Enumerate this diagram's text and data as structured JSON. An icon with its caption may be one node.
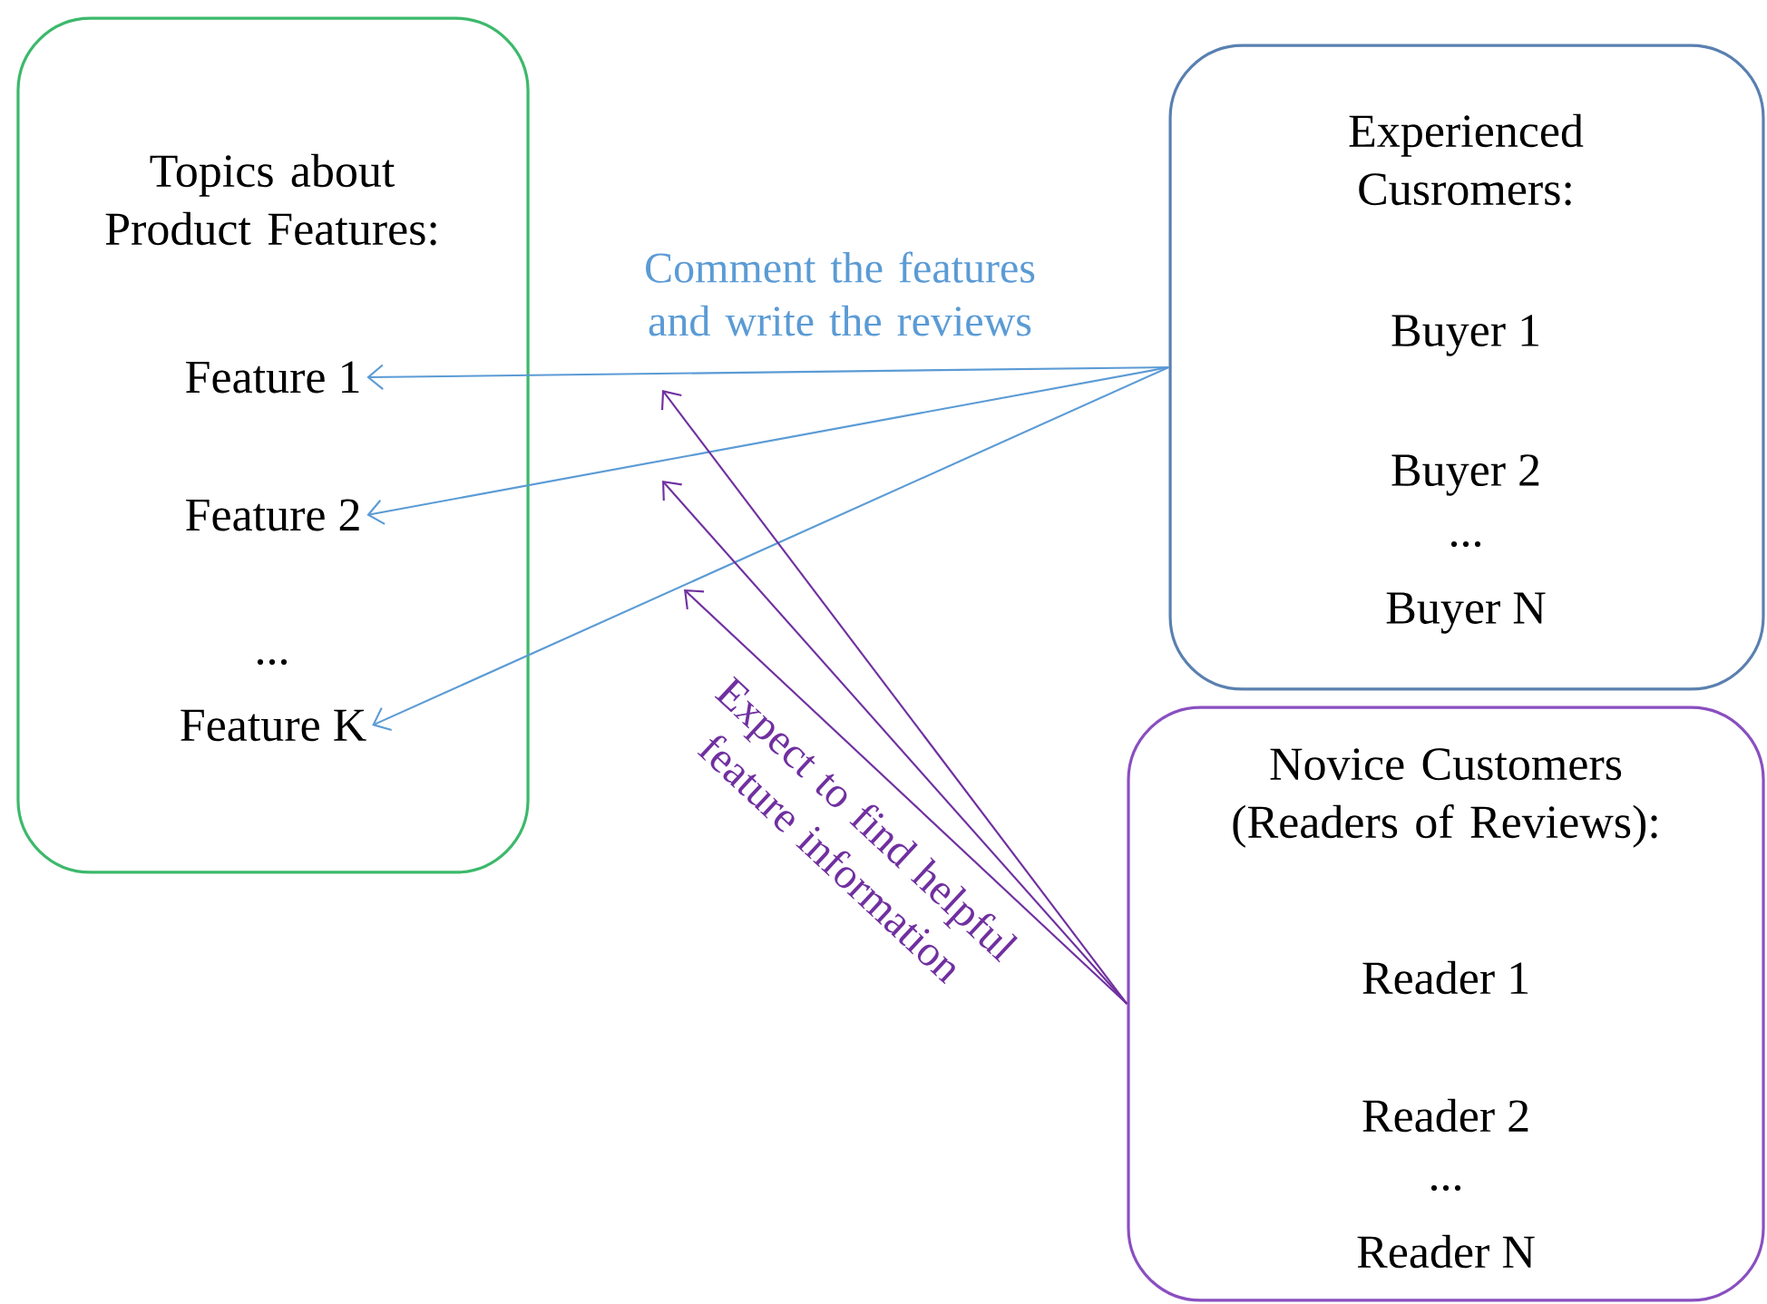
{
  "diagram": {
    "nodes": [
      {
        "text": [
          "Topics about Product Features:"
        ]
      },
      {
        "text": [
          "Feature 1"
        ],
        "in": 0
      },
      {
        "text": [
          "Feature 2"
        ],
        "in": 0
      },
      {
        "text": [
          "Feature K"
        ],
        "in": 0
      },
      {
        "text": [
          "Experienced Cusromers:",
          "Buyer 1",
          "Buyer 2",
          "...",
          "Buyer N"
        ]
      },
      {
        "text": [
          "Novice Customers (Readers of Reviews):",
          "Reader 1",
          "Reader 2",
          "...",
          "Reader N"
        ]
      }
    ],
    "edges": [
      {
        "from": 4,
        "to": 1,
        "arrow": "to",
        "color": "#5b9bd5",
        "label": "Comment the features and write the reviews"
      },
      {
        "from": 4,
        "to": 2,
        "arrow": "to",
        "color": "#5b9bd5"
      },
      {
        "from": 4,
        "to": 3,
        "arrow": "to",
        "color": "#5b9bd5"
      },
      {
        "from": 5,
        "to": null,
        "arrow": "to",
        "color": "#7030a0"
      },
      {
        "from": 5,
        "to": null,
        "arrow": "to",
        "color": "#7030a0"
      },
      {
        "from": 5,
        "to": null,
        "arrow": "to",
        "color": "#7030a0",
        "label": "Expect to find helpful feature information"
      }
    ],
    "labels": [
      "..."
    ]
  }
}
